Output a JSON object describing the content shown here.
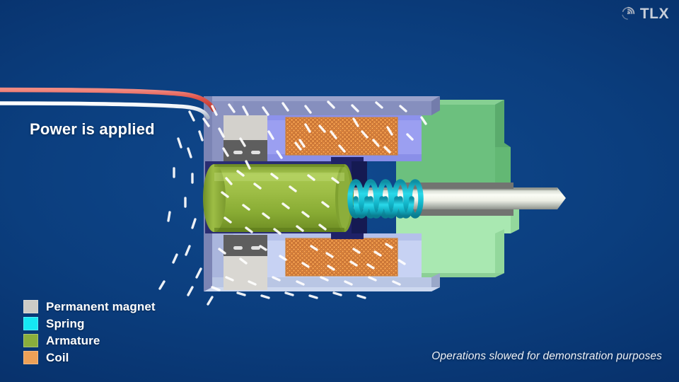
{
  "brand": {
    "name": "TLX",
    "icon": "swirl-icon"
  },
  "caption": {
    "power_text": "Power is applied"
  },
  "footnote": {
    "text": "Operations slowed for demonstration purposes"
  },
  "legend": {
    "items": [
      {
        "label": "Permanent magnet",
        "color": "#cdcbc6"
      },
      {
        "label": "Spring",
        "color": "#15e8f4"
      },
      {
        "label": "Armature",
        "color": "#8aae3c"
      },
      {
        "label": "Coil",
        "color": "#eda057"
      }
    ]
  },
  "colors": {
    "background": "#0a3d7c",
    "housing_shell_top": "#8b94c2",
    "housing_shell_bottom": "#b9c6e4",
    "bobbin_top": "#9a9ef0",
    "bobbin_bottom": "#c9d4f4",
    "coil": "#e8974a",
    "coil_dot": "#b8571e",
    "magnet_light": "#d3d1cc",
    "magnet_dark": "#5e5e5e",
    "armature": "#8cae3b",
    "armature_dark": "#6f8e28",
    "spring": "#15c8dc",
    "shaft": "#e9ece4",
    "housing_green_top": "#6cc07e",
    "housing_green_bottom": "#a9e8b1",
    "wire_power": "#e0564e",
    "wire_neutral": "#f2f4f8",
    "fieldline": "#ffffff"
  },
  "diagram": {
    "title": "solenoid-cross-section",
    "parts": [
      "outer-housing",
      "permanent-magnet-upper",
      "permanent-magnet-lower",
      "coil-upper",
      "coil-lower",
      "armature",
      "spring",
      "shaft",
      "power-wire",
      "neutral-wire",
      "magnetic-field-lines"
    ],
    "state": "energized"
  }
}
